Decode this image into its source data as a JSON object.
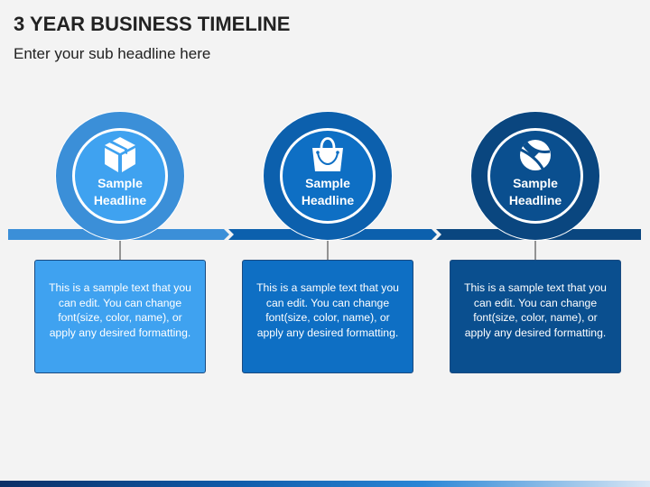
{
  "header": {
    "title": "3 YEAR BUSINESS TIMELINE",
    "subtitle": "Enter your sub headline here"
  },
  "steps": [
    {
      "headline_line1": "Sample",
      "headline_line2": "Headline",
      "icon": "box-icon",
      "text": "This is a sample text that you can edit. You can change font(size, color, name), or apply any desired formatting.",
      "color": "#3fa2f0",
      "ring_color": "#3b8fd8"
    },
    {
      "headline_line1": "Sample",
      "headline_line2": "Headline",
      "icon": "shopping-bag-icon",
      "text": "This is a sample text that you can edit. You can change font(size, color, name), or apply any desired formatting.",
      "color": "#0e6fc4",
      "ring_color": "#0c60ad"
    },
    {
      "headline_line1": "Sample",
      "headline_line2": "Headline",
      "icon": "beach-ball-icon",
      "text": "This is a sample text that you can edit. You can change font(size, color, name), or apply any desired formatting.",
      "color": "#0a4f8f",
      "ring_color": "#0a467f"
    }
  ]
}
